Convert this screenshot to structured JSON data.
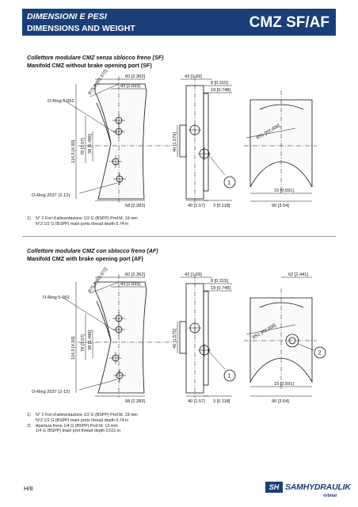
{
  "header": {
    "title_it": "DIMENSIONI E PESI",
    "title_en": "DIMENSIONS AND WEIGHT",
    "code": "CMZ SF/AF"
  },
  "section1": {
    "title_it": "Collettore modulare CMZ senza sblocco freno (SF)",
    "title_en": "Manifold CMZ without brake opening port (SF)",
    "labels": {
      "oring_top": "O-Ring 5-052",
      "oring_bottom": "O-Ring 2037 (2-12)",
      "r": "R75,5 [R2.972]",
      "w60": "60 [2.362]",
      "w43": "43 [1.693]",
      "w58": "58 [2.283]",
      "h1145": "114,5 [4.50]",
      "h78": "78 [3.07]",
      "h38": "38 [1.496]",
      "s43": "43 [1.69]",
      "s8": "8 [0.315]",
      "s19": "19 [0.748]",
      "s40v": "40 [1.575]",
      "s40": "40 [1.57]",
      "s3": "3 [0.118]",
      "c1": "1",
      "r51": "R51 [R2.008]",
      "e15": "15 [0.591]",
      "e90": "90 [3.54]"
    },
    "notes": [
      {
        "num": "1)",
        "lines": [
          "N° 2 Fori d'alimentazione 1/2 G (BSPP) Prof.M. 19 mm",
          "N°2 1/2 G (BSPP) main ports thread depth 0.74 in"
        ]
      }
    ]
  },
  "section2": {
    "title_it": "Collettore modulare CMZ con sblocco freno (AF)",
    "title_en": "Manifold CMZ with brake opening port (AF)",
    "labels": {
      "oring_top": "O-Ring 5-052",
      "oring_bottom": "O-Ring 2037 (2-12)",
      "r": "R75,5 [R2.972]",
      "w60": "60 [2.362]",
      "w43": "43 [1.693]",
      "w58": "58 [2.283]",
      "h1145": "114,5 [4.50]",
      "h78": "78 [3.07]",
      "h38": "38 [1.496]",
      "s43": "43 [1.69]",
      "s8": "8 [0.315]",
      "s19": "19 [0.748]",
      "s40v": "40 [1.575]",
      "s40": "40 [1.57]",
      "s3": "3 [0.118]",
      "c1": "1",
      "e62": "62 [2.441]",
      "r51": "R51 [R2.008]",
      "c2": "2",
      "e15": "15 [0.591]",
      "e90": "90 [3.54]"
    },
    "notes": [
      {
        "num": "1)",
        "lines": [
          "N° 2 Fori d'alimentazione 1/2 G (BSPP) Prof.M. 19 mm",
          "N°2 1/2 G (BSPP) main ports thread depth 0.74 in"
        ]
      },
      {
        "num": "2)",
        "lines": [
          "Apertura freno 1/4 G (BSPP) Prof.M. 13 mm",
          "1/4 G (BSPP) drain port thread depth 0.511 in"
        ]
      }
    ]
  },
  "footer": {
    "page": "H/8",
    "brand_badge": "SH",
    "brand": "SAMHYDRAULIK",
    "brand_sub": "orbital"
  }
}
